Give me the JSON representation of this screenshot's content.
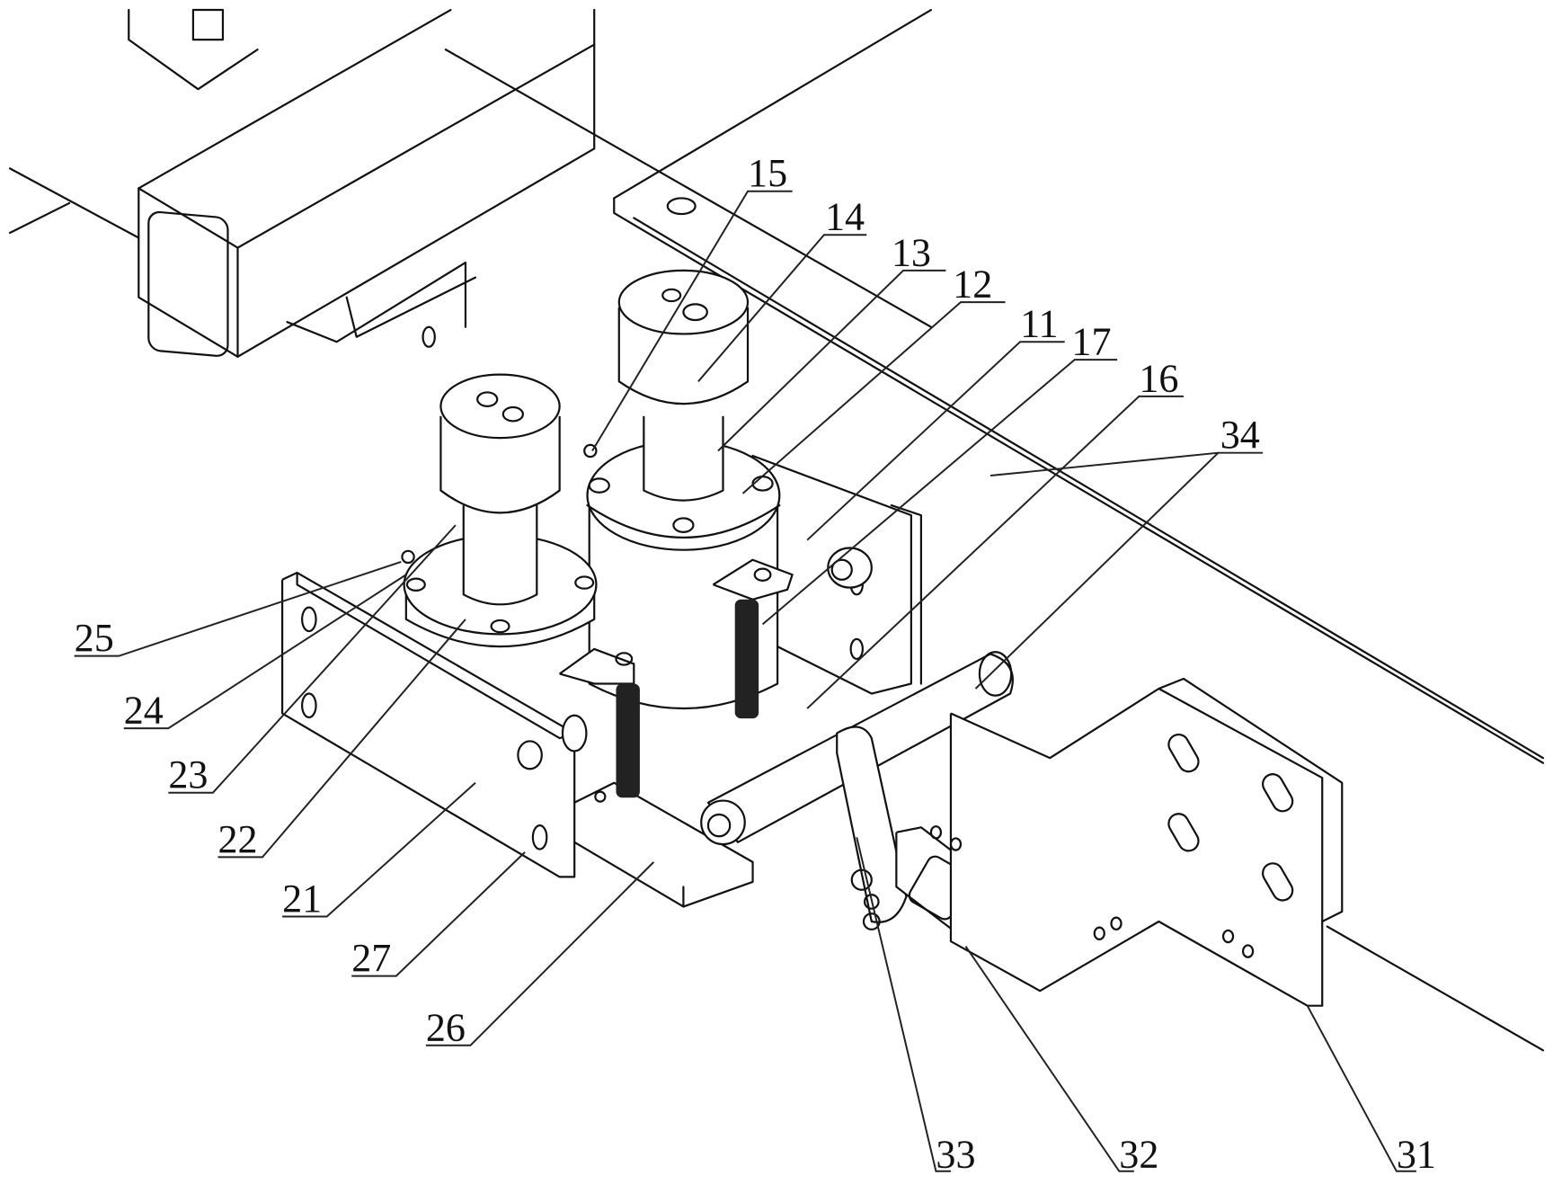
{
  "figure": {
    "type": "mechanical-assembly-isometric",
    "description": "Patent drawing of a latch/lock mounting assembly with reference numerals",
    "reference_labels": [
      {
        "id": "15",
        "text": "15"
      },
      {
        "id": "14",
        "text": "14"
      },
      {
        "id": "13",
        "text": "13"
      },
      {
        "id": "12",
        "text": "12"
      },
      {
        "id": "11",
        "text": "11"
      },
      {
        "id": "17",
        "text": "17"
      },
      {
        "id": "16",
        "text": "16"
      },
      {
        "id": "34",
        "text": "34"
      },
      {
        "id": "25",
        "text": "25"
      },
      {
        "id": "24",
        "text": "24"
      },
      {
        "id": "23",
        "text": "23"
      },
      {
        "id": "22",
        "text": "22"
      },
      {
        "id": "21",
        "text": "21"
      },
      {
        "id": "27",
        "text": "27"
      },
      {
        "id": "26",
        "text": "26"
      },
      {
        "id": "33",
        "text": "33"
      },
      {
        "id": "32",
        "text": "32"
      },
      {
        "id": "31",
        "text": "31"
      }
    ]
  }
}
